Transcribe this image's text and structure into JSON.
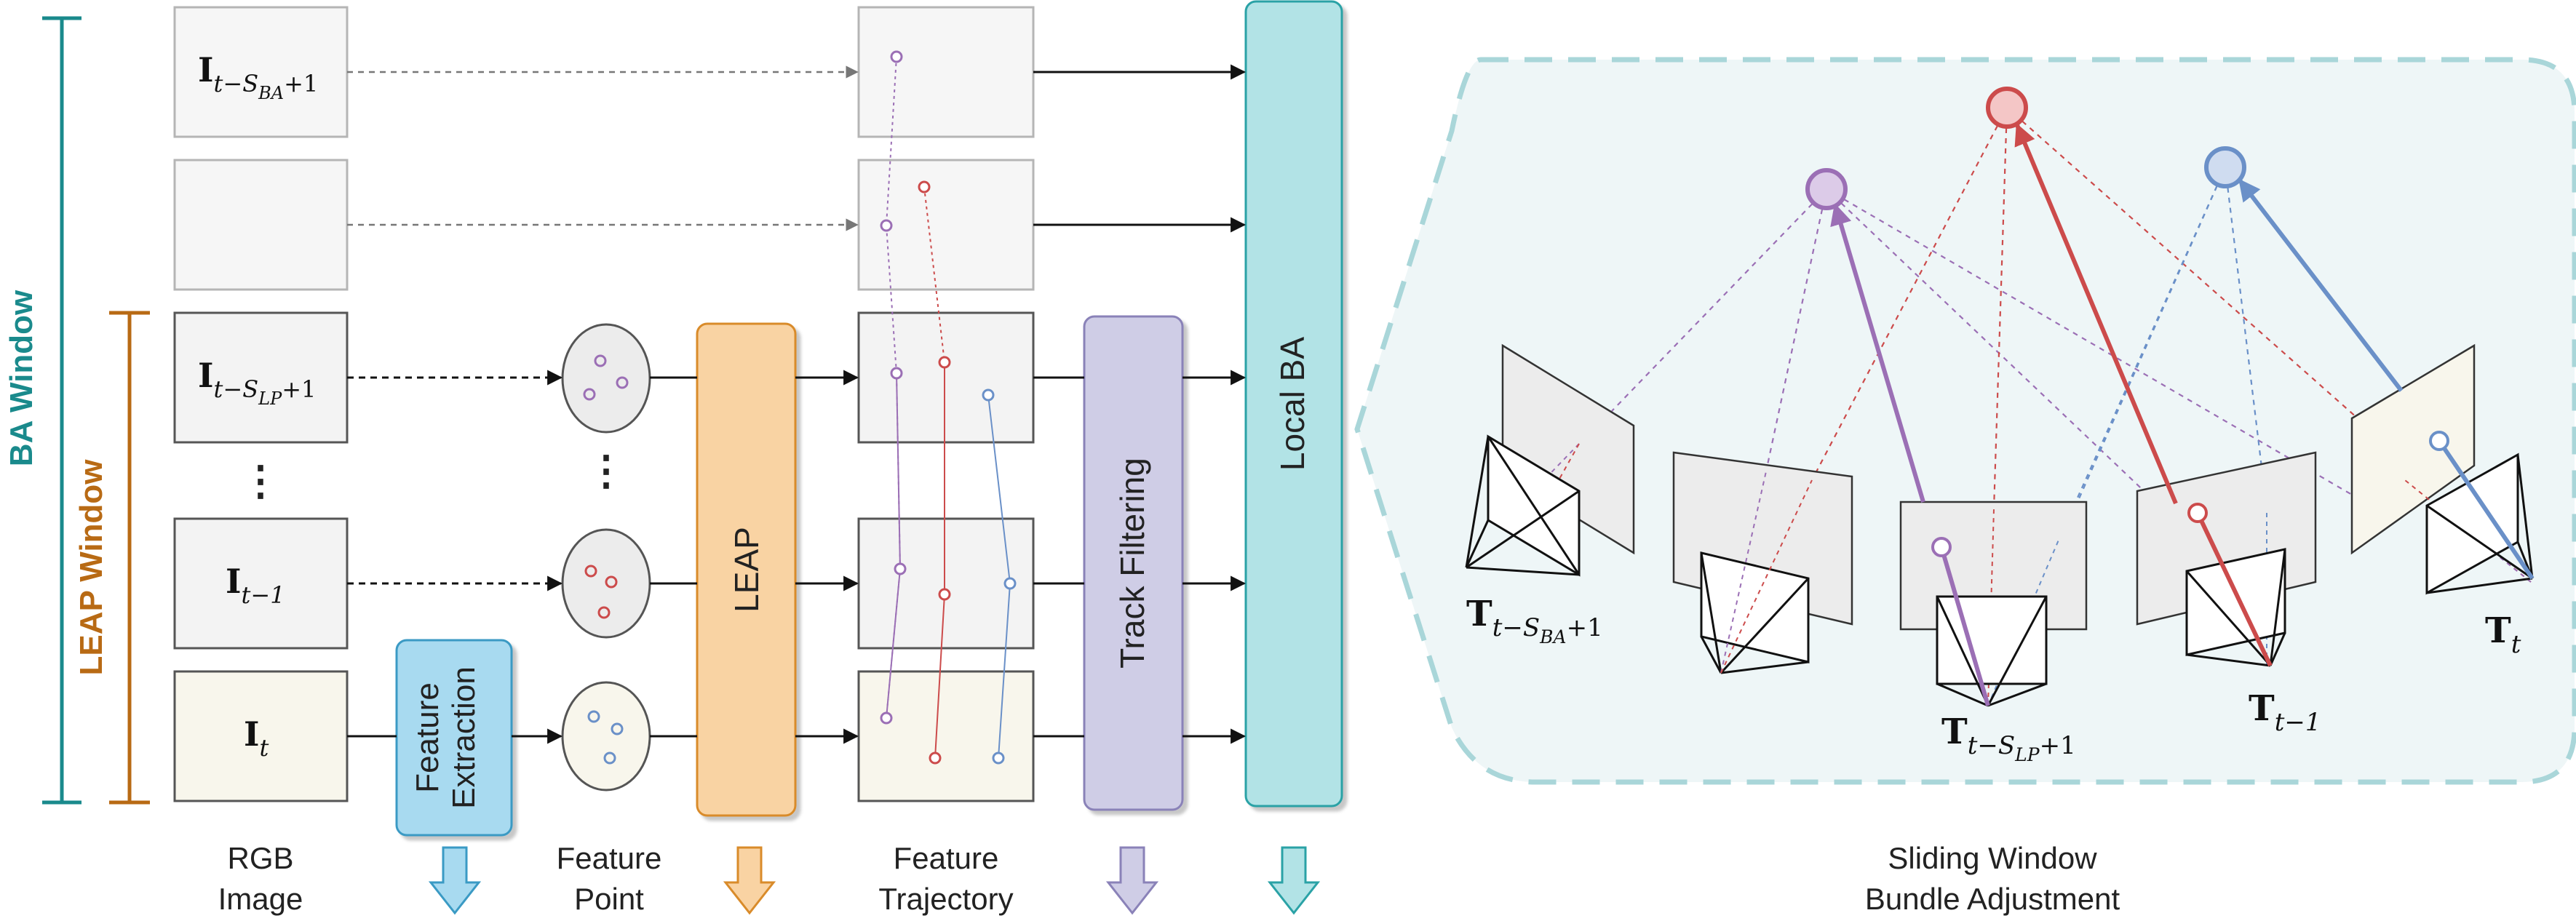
{
  "windows": {
    "ba": {
      "label": "BA Window",
      "color": "#1a8a8c"
    },
    "leap": {
      "label": "LEAP Window",
      "color": "#b86a14"
    }
  },
  "frames": {
    "f0": {
      "base": "I",
      "sub": "t−S",
      "subsub": "BA",
      "tail": "+1"
    },
    "f2": {
      "base": "I",
      "sub": "t−S",
      "subsub": "LP",
      "tail": "+1"
    },
    "dots": "⋮",
    "f3": {
      "base": "I",
      "sub": "t−1"
    },
    "f4": {
      "base": "I",
      "sub": "t"
    }
  },
  "blocks": {
    "feature_extraction": {
      "line1": "Feature",
      "line2": "Extraction",
      "color": "#a8daf0",
      "border": "#3a9ac4"
    },
    "leap": {
      "label": "LEAP",
      "color": "#f9d3a3",
      "border": "#d98b2a"
    },
    "track_filtering": {
      "label": "Track Filtering",
      "color": "#cfcde6",
      "border": "#8a82b8"
    },
    "local_ba": {
      "label": "Local BA",
      "color": "#b2e3e6",
      "border": "#2aa2a6"
    }
  },
  "feature_point_dots": "⋮",
  "bottom_labels": {
    "rgb": {
      "l1": "RGB",
      "l2": "Image"
    },
    "feature_point": {
      "l1": "Feature",
      "l2": "Point"
    },
    "feature_trajectory": {
      "l1": "Feature",
      "l2": "Trajectory"
    },
    "sliding": {
      "l1": "Sliding Window",
      "l2": "Bundle Adjustment"
    }
  },
  "cameras": {
    "c0": {
      "base": "T",
      "sub": "t−S",
      "subsub": "BA",
      "tail": "+1"
    },
    "c2": {
      "base": "T",
      "sub": "t−S",
      "subsub": "LP",
      "tail": "+1"
    },
    "c3": {
      "base": "T",
      "sub": "t−1"
    },
    "c4": {
      "base": "T",
      "sub": "t"
    }
  },
  "colors": {
    "purple": "#9b6fb5",
    "red": "#cc4b4b",
    "blue": "#6a90c8",
    "panel_bg": "#eef6f7",
    "panel_border": "#a9d6d9"
  }
}
